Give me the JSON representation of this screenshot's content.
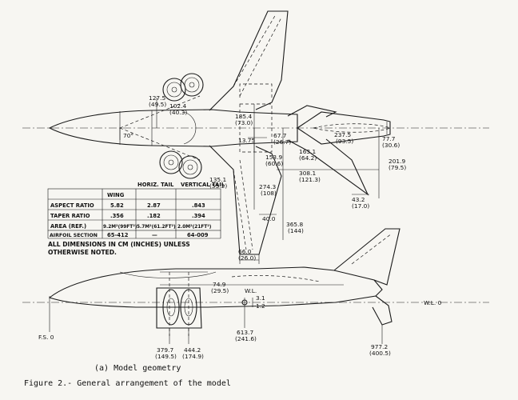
{
  "plan": {
    "d_127_5": "127.5",
    "d_49_5": "(49.5)",
    "d_102_4": "102.4",
    "d_40_3": "(40.3)",
    "d_185_4": "185.4",
    "d_73_0": "(73.0)",
    "d_13_75": "13.75",
    "d_67_7": "67.7",
    "d_26_7": "(26.7)",
    "d_237_5": "237.5",
    "d_93_5": "(93.5)",
    "d_77_7": "77.7",
    "d_30_6": "(30.6)",
    "d_163_1": "163.1",
    "d_64_2": "(64.2)",
    "d_153_9": "153.9",
    "d_60_6": "(60.6)",
    "d_201_9": "201.9",
    "d_79_5": "(79.5)",
    "d_308_1": "308.1",
    "d_121_3": "(121.3)",
    "d_135_1": "135.1",
    "d_53_2": "(53.2)",
    "d_274_3": "274.3",
    "d_108": "(108)",
    "d_43_2": "43.2",
    "d_17_0": "(17.0)",
    "d_40_0": "40.0",
    "d_365_8": "365.8",
    "d_144": "(144)",
    "d_66_0": "66.0",
    "d_26_0": "(26.0)",
    "d_70": "70°"
  },
  "table": {
    "columns": [
      "WING",
      "HORIZ. TAIL",
      "VERTICAL TAIL"
    ],
    "rows": [
      {
        "label": "ASPECT RATIO",
        "wing": "5.82",
        "htail": "2.87",
        "vtail": ".843"
      },
      {
        "label": "TAPER RATIO",
        "wing": ".356",
        "htail": ".182",
        "vtail": ".394"
      },
      {
        "label": "AREA (REF.)",
        "wing": "9.2M²(99FT²)",
        "htail": "5.7M²(61.2FT²)",
        "vtail": "2.0M²(21FT²)"
      },
      {
        "label": "AIRFOIL SECTION",
        "wing": "65-412",
        "htail": "—",
        "vtail": "64-009"
      }
    ]
  },
  "note": [
    "ALL DIMENSIONS IN CM (INCHES) UNLESS",
    "OTHERWISE NOTED."
  ],
  "side": {
    "wl_label": "W.L.",
    "d_74_9": "74.9",
    "d_29_5": "(29.5)",
    "d_3_1": "3.1",
    "d_1_2": "1.2",
    "wl0": "W.L. 0",
    "fs0": "F.S. 0",
    "d_379_7": "379.7",
    "d_149_5": "(149.5)",
    "d_444_2": "444.2",
    "d_174_9": "(174.9)",
    "d_613_7": "613.7",
    "d_241_6": "(241.6)",
    "d_977_2": "977.2",
    "d_400_5": "(400.5)"
  },
  "caption": {
    "sub": "(a)  Model geometry",
    "figure": "Figure 2.-  General arrangement of the model"
  }
}
